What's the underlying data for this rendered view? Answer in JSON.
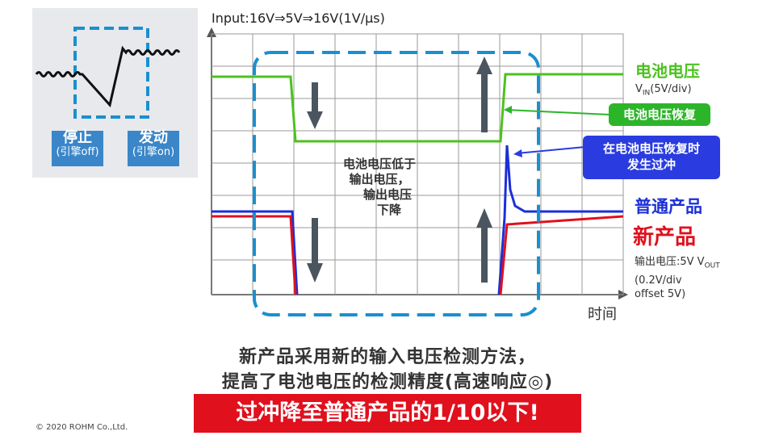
{
  "inset": {
    "stop_title": "停止",
    "stop_sub": "(引擎off)",
    "start_title": "发动",
    "start_sub": "(引擎on)",
    "box_color": "#1a8fd0",
    "label_bg": "#3a86c8"
  },
  "scope": {
    "title": "Input:16V⇒5V⇒16V(1V/μs)",
    "x_axis_label": "时间",
    "drop_note": [
      "电池电压低于",
      "输出电压，",
      "输出电压",
      "下降"
    ]
  },
  "legend": {
    "battery_title": "电池电压",
    "battery_sub_prefix": "V",
    "battery_sub_subscript": "IN",
    "battery_sub_suffix": "(5V/div)",
    "normal_product": "普通产品",
    "new_product": "新产品",
    "vout_line1_prefix": "输出电压:5V V",
    "vout_line1_subscript": "OUT",
    "vout_line2": "(0.2V/div",
    "vout_line3": "offset 5V)"
  },
  "callouts": {
    "recovery": "电池电压恢复",
    "overshoot_line1": "在电池电压恢复时",
    "overshoot_line2": "发生过冲"
  },
  "bottom": {
    "line1": "新产品采用新的输入电压检测方法，",
    "line2": "提高了电池电压的检测精度(高速响应◎)",
    "banner": "过冲降至普通产品的1/10以下!"
  },
  "copyright": "© 2020 ROHM Co.,Ltd.",
  "colors": {
    "battery_green": "#4cc21f",
    "normal_blue": "#1b2fd8",
    "new_red": "#e0101d",
    "highlight_blue": "#1a8fd0",
    "callout_green": "#2db52a",
    "callout_blue": "#2a3ce0"
  }
}
